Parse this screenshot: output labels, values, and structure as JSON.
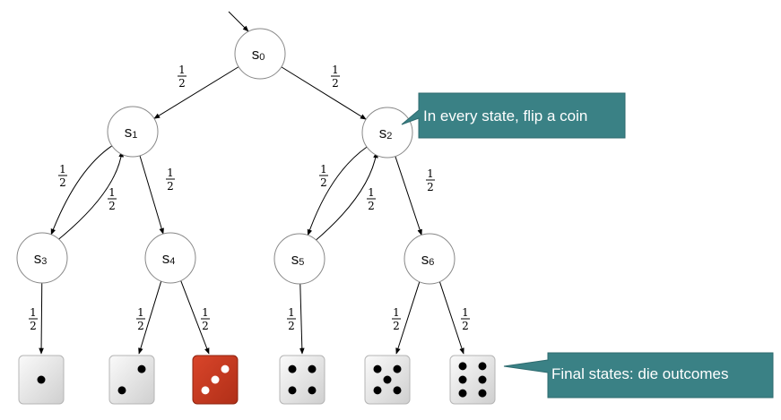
{
  "states": [
    {
      "id": "s0",
      "letter": "s",
      "sub": "0"
    },
    {
      "id": "s1",
      "letter": "s",
      "sub": "1"
    },
    {
      "id": "s2",
      "letter": "s",
      "sub": "2"
    },
    {
      "id": "s3",
      "letter": "s",
      "sub": "3"
    },
    {
      "id": "s4",
      "letter": "s",
      "sub": "4"
    },
    {
      "id": "s5",
      "letter": "s",
      "sub": "5"
    },
    {
      "id": "s6",
      "letter": "s",
      "sub": "6"
    }
  ],
  "edges": [
    {
      "from": "s0",
      "to": "s1",
      "prob": {
        "num": "1",
        "den": "2"
      }
    },
    {
      "from": "s0",
      "to": "s2",
      "prob": {
        "num": "1",
        "den": "2"
      }
    },
    {
      "from": "s1",
      "to": "s3",
      "prob": {
        "num": "1",
        "den": "2"
      }
    },
    {
      "from": "s3",
      "to": "s1",
      "prob": {
        "num": "1",
        "den": "2"
      }
    },
    {
      "from": "s1",
      "to": "s4",
      "prob": {
        "num": "1",
        "den": "2"
      }
    },
    {
      "from": "s2",
      "to": "s5",
      "prob": {
        "num": "1",
        "den": "2"
      }
    },
    {
      "from": "s5",
      "to": "s2",
      "prob": {
        "num": "1",
        "den": "2"
      }
    },
    {
      "from": "s2",
      "to": "s6",
      "prob": {
        "num": "1",
        "den": "2"
      }
    },
    {
      "from": "s3",
      "to": "die1",
      "prob": {
        "num": "1",
        "den": "2"
      }
    },
    {
      "from": "s4",
      "to": "die2",
      "prob": {
        "num": "1",
        "den": "2"
      }
    },
    {
      "from": "s4",
      "to": "die3",
      "prob": {
        "num": "1",
        "den": "2"
      }
    },
    {
      "from": "s5",
      "to": "die4",
      "prob": {
        "num": "1",
        "den": "2"
      }
    },
    {
      "from": "s6",
      "to": "die5",
      "prob": {
        "num": "1",
        "den": "2"
      }
    },
    {
      "from": "s6",
      "to": "die6",
      "prob": {
        "num": "1",
        "den": "2"
      }
    }
  ],
  "dice": [
    {
      "id": "die1",
      "pips": 1,
      "highlighted": false
    },
    {
      "id": "die2",
      "pips": 2,
      "highlighted": false
    },
    {
      "id": "die3",
      "pips": 3,
      "highlighted": true
    },
    {
      "id": "die4",
      "pips": 4,
      "highlighted": false
    },
    {
      "id": "die5",
      "pips": 5,
      "highlighted": false
    },
    {
      "id": "die6",
      "pips": 6,
      "highlighted": false
    }
  ],
  "callouts": {
    "coin": "In every state, flip a coin",
    "dice": "Final states: die outcomes"
  },
  "colors": {
    "callout": "#3a8185",
    "highlight_die": "#c83b22",
    "node_stroke": "#888888"
  }
}
